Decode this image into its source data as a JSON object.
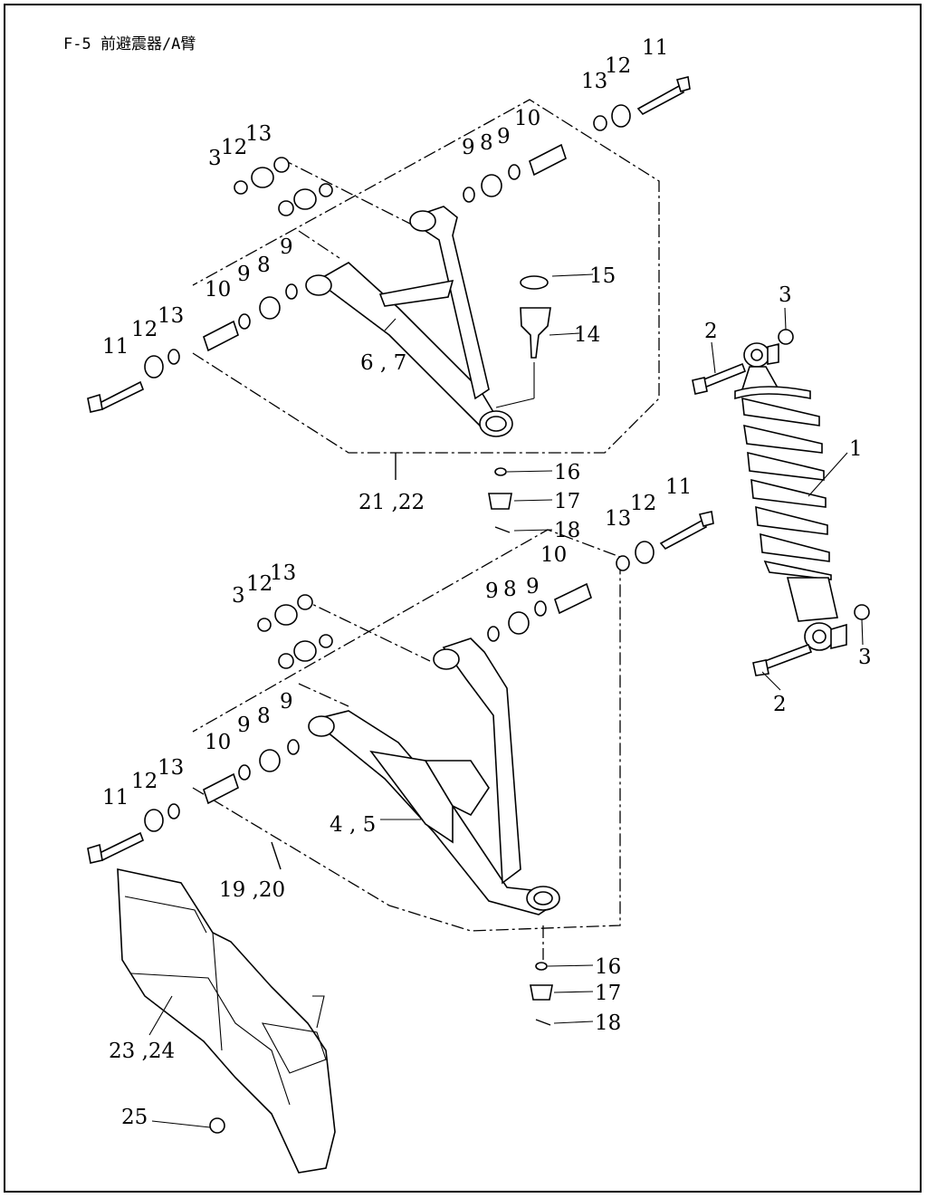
{
  "diagram": {
    "title": "F-5 前避震器/A臂",
    "callouts": {
      "c1": "1",
      "c2a": "2",
      "c2b": "2",
      "c3a": "3",
      "c3b": "3",
      "c3c": "3",
      "c3d": "3",
      "c4_5": "4 , 5",
      "c6_7": "6 , 7",
      "c8a": "8",
      "c8b": "8",
      "c8c": "8",
      "c8d": "8",
      "c9a": "9",
      "c9b": "9",
      "c9c": "9",
      "c9d": "9",
      "c9e": "9",
      "c9f": "9",
      "c9g": "9",
      "c9h": "9",
      "c10a": "10",
      "c10b": "10",
      "c10c": "10",
      "c10d": "10",
      "c11a": "11",
      "c11b": "11",
      "c11c": "11",
      "c11d": "11",
      "c12a": "12",
      "c12b": "12",
      "c12c": "12",
      "c12d": "12",
      "c12e": "12",
      "c12f": "12",
      "c13a": "13",
      "c13b": "13",
      "c13c": "13",
      "c13d": "13",
      "c13e": "13",
      "c13f": "13",
      "c14": "14",
      "c15": "15",
      "c16a": "16",
      "c16b": "16",
      "c17a": "17",
      "c17b": "17",
      "c18a": "18",
      "c18b": "18",
      "c19_20": "19 ,20",
      "c21_22": "21 ,22",
      "c23_24": "23 ,24",
      "c25": "25"
    }
  }
}
